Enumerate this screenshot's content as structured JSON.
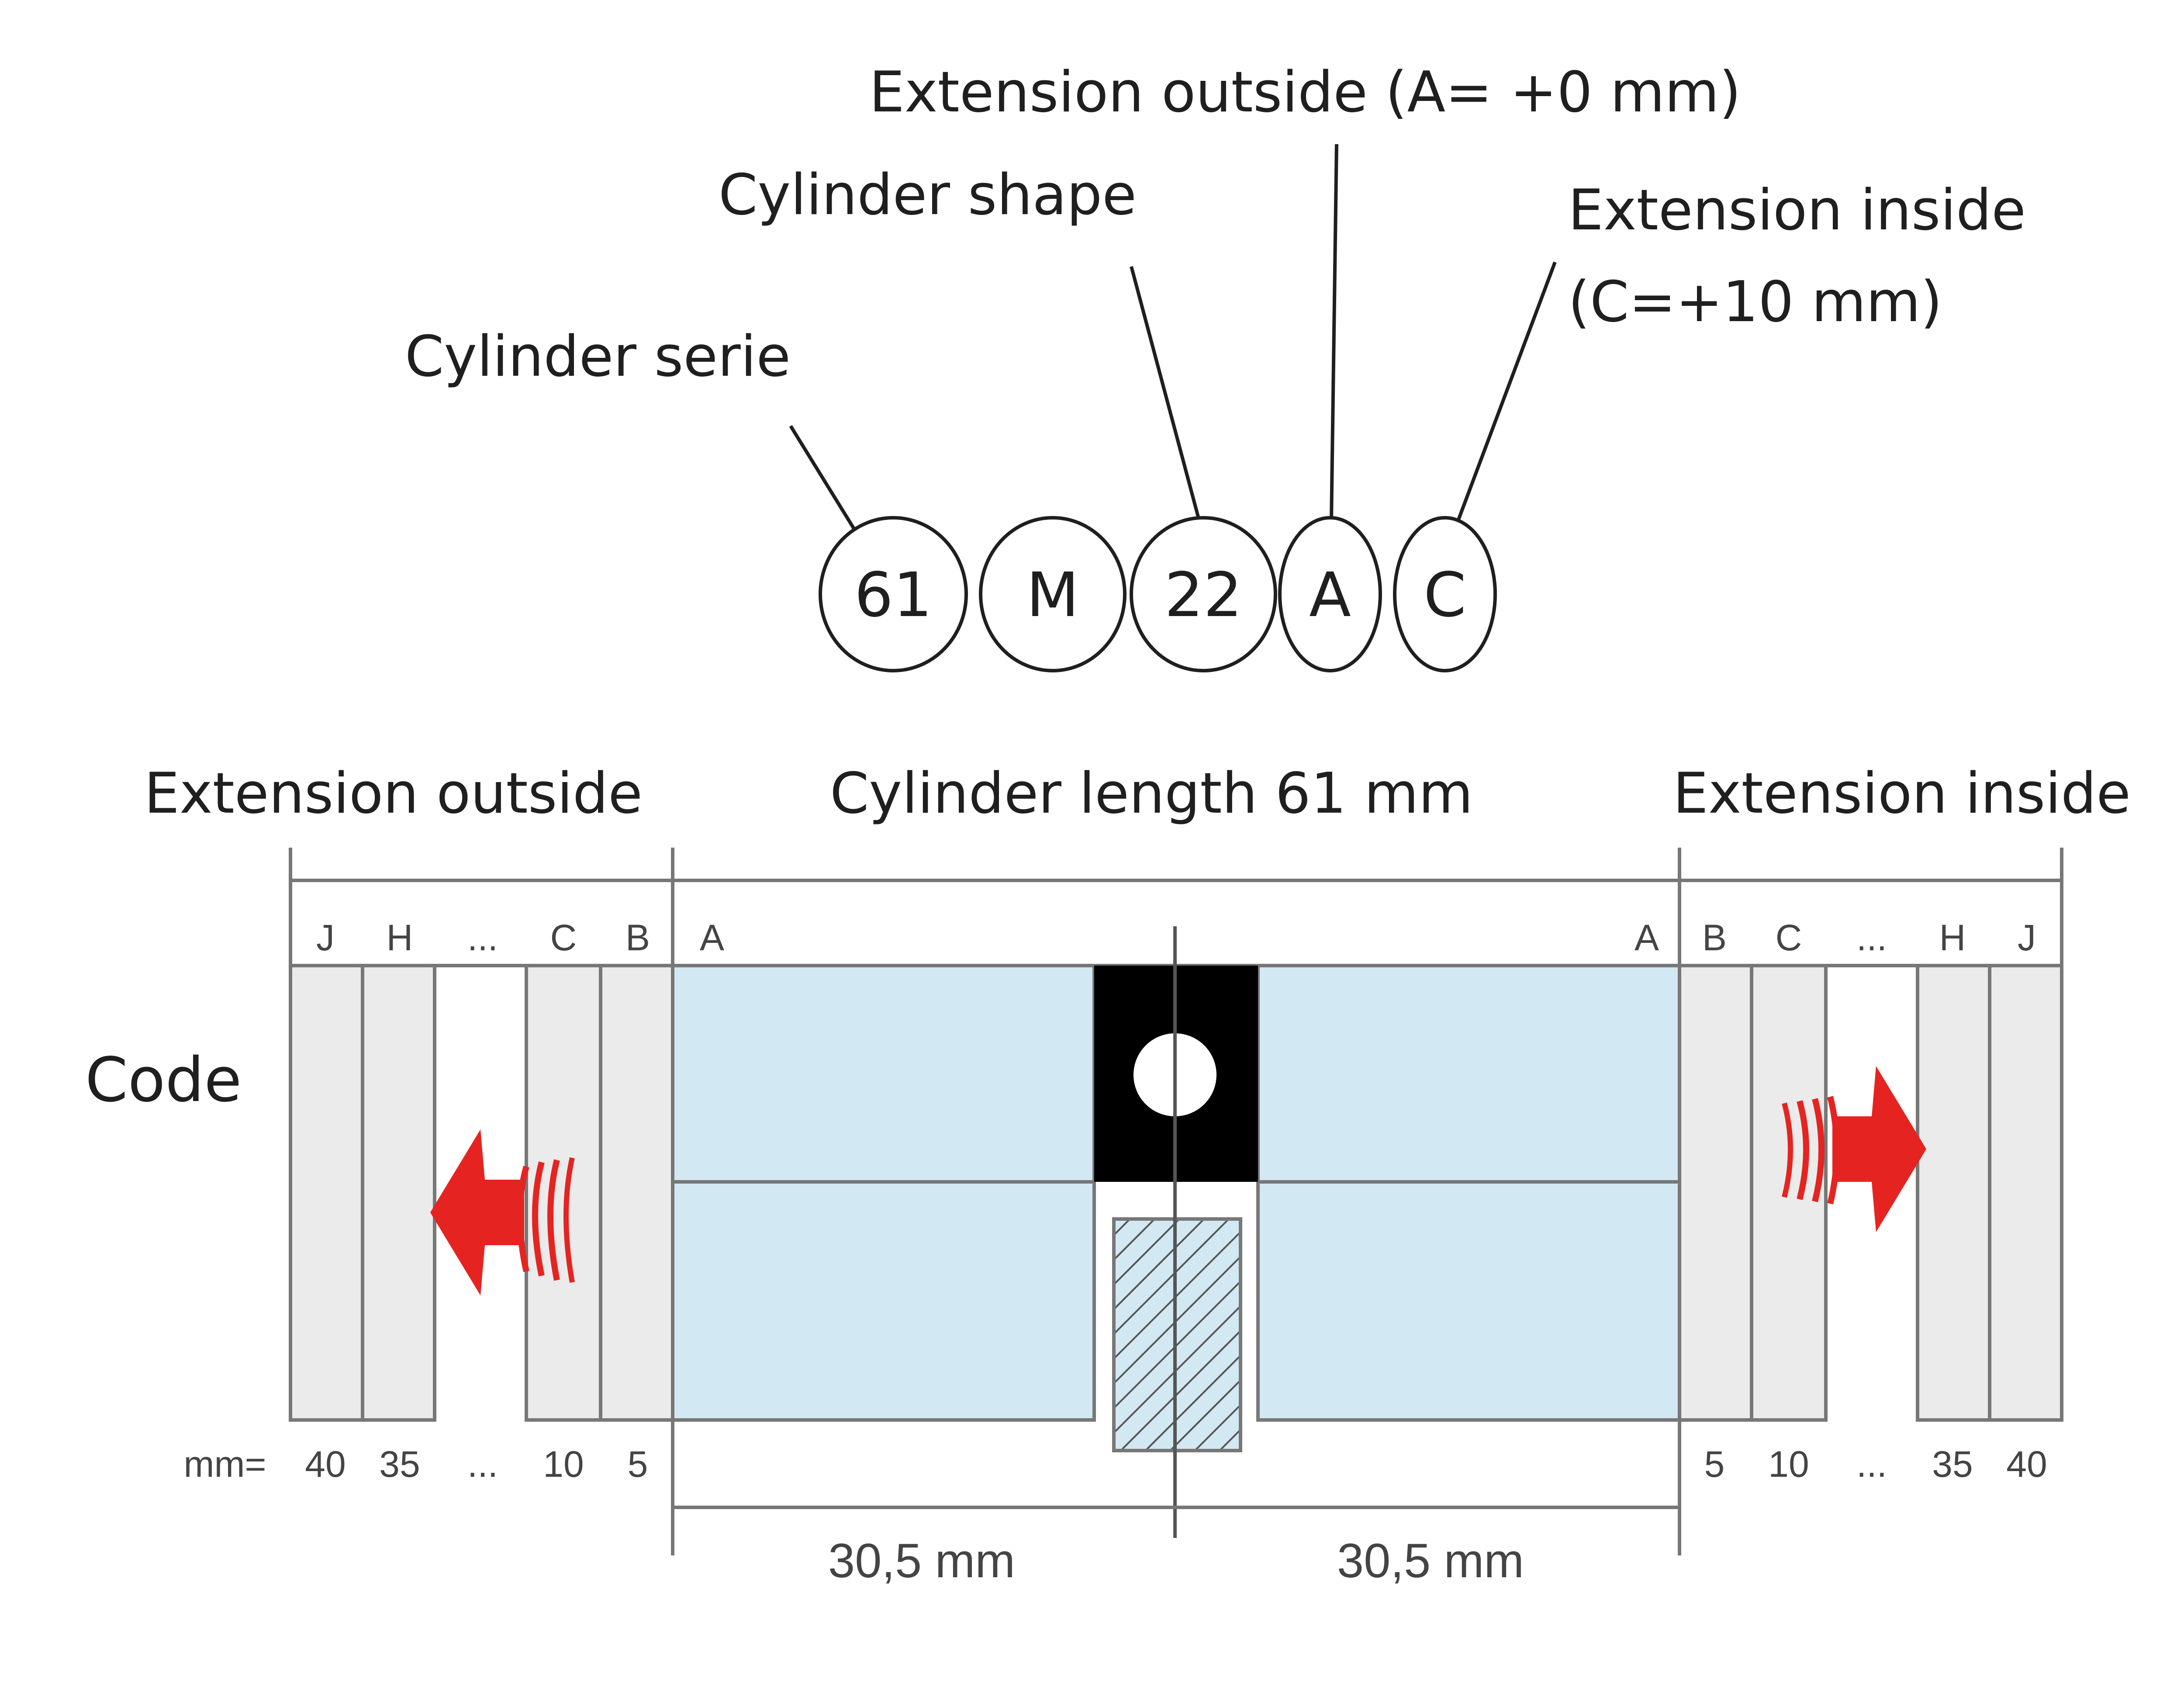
{
  "code_labels": {
    "serie": "Cylinder serie",
    "shape": "Cylinder shape",
    "ext_outside": "Extension outside (A= +0 mm)",
    "ext_inside_line1": "Extension inside",
    "ext_inside_line2": "(C=+10 mm)"
  },
  "code_parts": [
    "61",
    "M",
    "22",
    "A",
    "C"
  ],
  "section_headers": {
    "outside": "Extension outside",
    "length": "Cylinder length 61 mm",
    "inside": "Extension inside"
  },
  "code_label": "Code",
  "outside_codes": [
    "J",
    "H",
    "...",
    "C",
    "B"
  ],
  "center_codes": [
    "A",
    "A"
  ],
  "inside_codes": [
    "B",
    "C",
    "...",
    "H",
    "J"
  ],
  "mm_prefix": "mm=",
  "outside_mm": [
    "40",
    "35",
    "...",
    "10",
    "5"
  ],
  "inside_mm": [
    "5",
    "10",
    "...",
    "35",
    "40"
  ],
  "half_lengths": [
    "30,5 mm",
    "30,5 mm"
  ],
  "colors": {
    "cylinder_fill": "#d2e8f2",
    "extension_fill": "#ebebeb",
    "cam_black": "#000000",
    "arrow_red": "#e52421",
    "line_gray": "#777777"
  },
  "icons": {
    "outside_arrow": "arrow-left-icon",
    "inside_arrow": "arrow-right-icon"
  }
}
